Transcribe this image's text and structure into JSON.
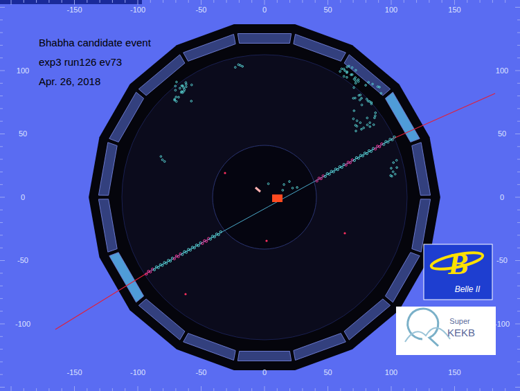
{
  "diagram": {
    "labels": [
      "-150",
      "-100",
      "-50",
      "0",
      "50",
      "100",
      "150",
      "-150",
      "-100",
      "-50",
      "0",
      "50",
      "100",
      "150",
      "100",
      "50",
      "0",
      "-50",
      "-100",
      "100",
      "50",
      "0",
      "-50",
      "-100",
      "Bhabha candidate event",
      "exp3 run126 ev73",
      "Apr. 26, 2018",
      "B",
      "Belle II",
      "Super",
      "KEKB"
    ]
  }
}
